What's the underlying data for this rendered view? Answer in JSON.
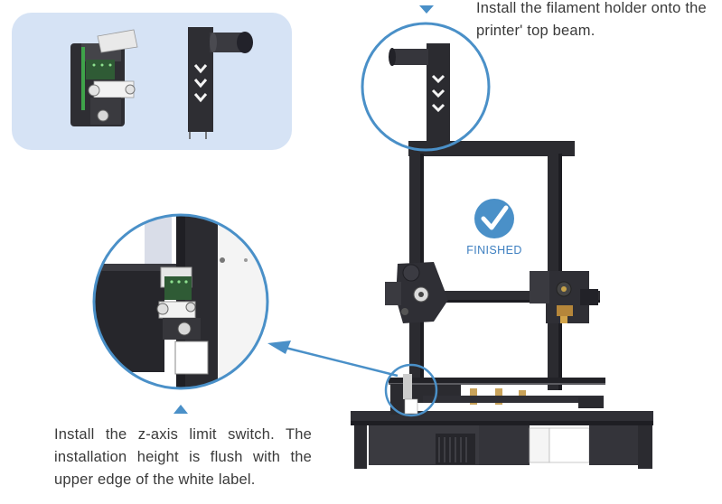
{
  "captions": {
    "top": "Install the filament holder onto the printer' top beam.",
    "bottom": "Install the z-axis limit switch. The installation height is flush with the upper edge of the white label."
  },
  "status": {
    "finished_label": "FINISHED"
  },
  "colors": {
    "accent": "#4a90c8",
    "panel": "#d6e3f5",
    "frame": "#2b2b30",
    "text": "#3a3a3a"
  },
  "icons": [
    "check-icon",
    "arrow-down-icon",
    "arrow-up-icon",
    "pointer-arrow-icon",
    "chevron-down-icon"
  ]
}
